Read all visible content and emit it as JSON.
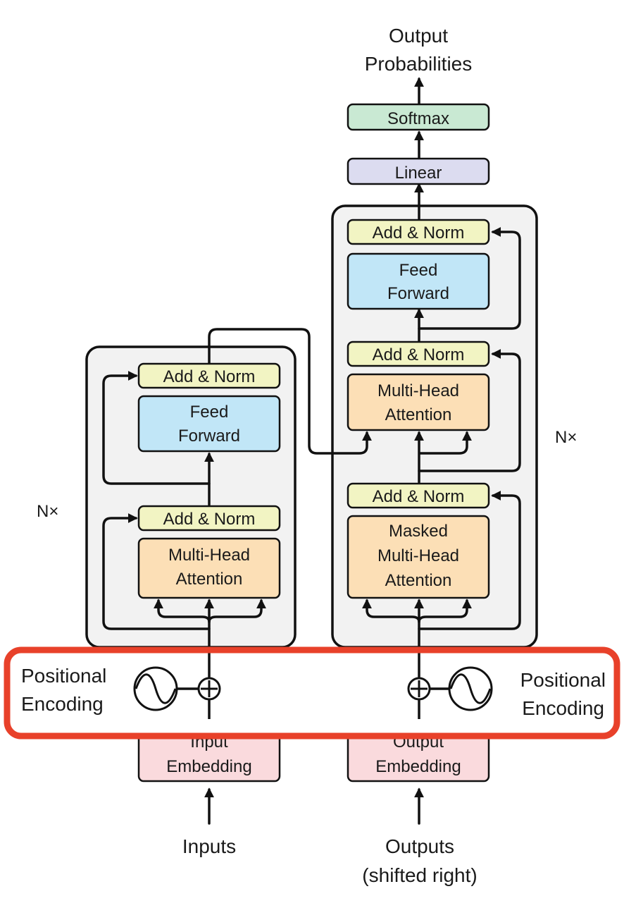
{
  "colors": {
    "add_norm": "#f2f4c3",
    "feed_forward": "#c1e6f7",
    "attention": "#fcdfb6",
    "embedding": "#fadadd",
    "linear": "#dcdcf0",
    "softmax": "#c9e9d3",
    "panel": "#f2f2f2",
    "highlight": "#e8412a"
  },
  "top": {
    "output_line1": "Output",
    "output_line2": "Probabilities"
  },
  "head": {
    "softmax": "Softmax",
    "linear": "Linear"
  },
  "encoder": {
    "nx": "N×",
    "add_norm_top": "Add & Norm",
    "feed_forward_line1": "Feed",
    "feed_forward_line2": "Forward",
    "add_norm_bottom": "Add & Norm",
    "mha_line1": "Multi-Head",
    "mha_line2": "Attention",
    "embedding_line1": "Input",
    "embedding_line2": "Embedding",
    "input_label": "Inputs"
  },
  "decoder": {
    "nx": "N×",
    "add_norm_top": "Add & Norm",
    "feed_forward_line1": "Feed",
    "feed_forward_line2": "Forward",
    "add_norm_mid": "Add & Norm",
    "mha_line1": "Multi-Head",
    "mha_line2": "Attention",
    "add_norm_bottom": "Add & Norm",
    "masked_line1": "Masked",
    "masked_line2": "Multi-Head",
    "masked_line3": "Attention",
    "embedding_line1": "Output",
    "embedding_line2": "Embedding",
    "output_label_line1": "Outputs",
    "output_label_line2": "(shifted right)"
  },
  "positional_left": {
    "line1": "Positional",
    "line2": "Encoding"
  },
  "positional_right": {
    "line1": "Positional",
    "line2": "Encoding"
  }
}
